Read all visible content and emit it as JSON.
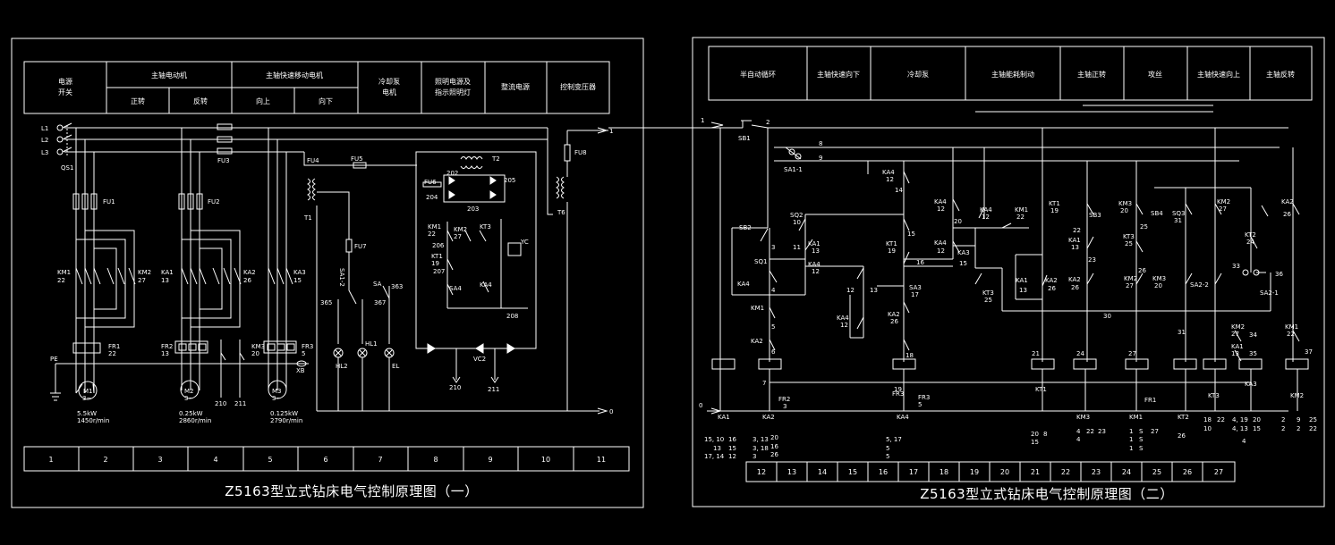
{
  "sheet1": {
    "title": "Z5163型立式钻床电气控制原理图（一）",
    "headers": {
      "power_switch": [
        "电源",
        "开关"
      ],
      "spindle_motor": "主轴电动机",
      "forward": "正转",
      "reverse": "反转",
      "rapid_move": "主轴快速移动电机",
      "up": "向上",
      "down": "向下",
      "coolant": [
        "冷却泵",
        "电机"
      ],
      "lighting": [
        "照明电源及",
        "指示照明灯"
      ],
      "dc_power": "整流电源",
      "control_transformer": "控制变压器"
    },
    "zones": [
      "1",
      "2",
      "3",
      "4",
      "5",
      "6",
      "7",
      "8",
      "9",
      "10",
      "11"
    ],
    "labels": {
      "L1": "L1",
      "L2": "L2",
      "L3": "L3",
      "QS1": "QS1",
      "FU1": "FU1",
      "FU2": "FU2",
      "FU3": "FU3",
      "FU4": "FU4",
      "FU5": "FU5",
      "FU6": "FU6",
      "FU7": "FU7",
      "FU8": "FU8",
      "T1": "T1",
      "T2": "T2",
      "T6": "T6",
      "KM1": "KM1",
      "KM1n": "22",
      "KM2": "KM2",
      "KM2n": "27",
      "KA1": "KA1",
      "KA1n": "13",
      "KA2": "KA2",
      "KA2n": "26",
      "KA3": "KA3",
      "KA3n": "15",
      "FR1": "FR1",
      "FR1n": "22",
      "FR2": "FR2",
      "FR2n": "13",
      "KM3": "KM3",
      "KM3n": "20",
      "FR3": "FR3",
      "FR3n": "5",
      "PE": "PE",
      "XB": "XB",
      "M1": "M1",
      "M2": "M2",
      "M3": "M3",
      "M3phase": "3~",
      "m1spec": "5.5kW",
      "m1rpm": "1450r/min",
      "m2spec": "0.25kW",
      "m2rpm": "2860r/min",
      "m3spec": "0.125kW",
      "m3rpm": "2790r/min",
      "n210": "210",
      "n211": "211",
      "HL1": "HL1",
      "HL2": "HL2",
      "EL": "EL",
      "SA": "SA",
      "SA1_2": "SA1-2",
      "n365": "365",
      "n367": "367",
      "n363": "363",
      "n202": "202",
      "n203": "203",
      "n204": "204",
      "n205": "205",
      "n206": "206",
      "n207": "207",
      "n208": "208",
      "KM1b": "KM1",
      "KM1b2": "22",
      "KM2b": "KM2",
      "KM2b2": "27",
      "KT3": "KT3",
      "KT1": "KT1",
      "KT1n": "19",
      "SA4": "SA4",
      "KA4": "KA4",
      "YC": "YC",
      "VC2": "VC2",
      "n1": "1",
      "n0": "0"
    }
  },
  "sheet2": {
    "title": "Z5163型立式钻床电气控制原理图（二）",
    "headers": [
      "半自动循环",
      "主轴快速向下",
      "冷却泵",
      "主轴能耗制动",
      "主轴正转",
      "攻丝",
      "主轴快速向上",
      "主轴反转"
    ],
    "zones": [
      "12",
      "13",
      "14",
      "15",
      "16",
      "17",
      "18",
      "19",
      "20",
      "21",
      "22",
      "23",
      "24",
      "25",
      "26",
      "27"
    ],
    "coil_labels": {
      "KA1": "KA1",
      "KA2": "KA2",
      "KA4": "KA4",
      "KT1": "KT1",
      "KM3": "KM3",
      "KM1": "KM1",
      "KT2": "KT2",
      "KT3": "KT3",
      "KA3": "KA3",
      "KM2": "KM2"
    },
    "xref": {
      "c1": [
        "15, 10",
        "13",
        "17, 14"
      ],
      "c1b": [
        "16",
        "15",
        "12"
      ],
      "c2": [
        "3, 13",
        "3, 18",
        "3"
      ],
      "c2b": [
        "20",
        "16",
        "26"
      ],
      "c3": [
        "5, 17",
        "5",
        "5"
      ],
      "c4": [
        "20",
        "15"
      ],
      "c4b": [
        "8"
      ],
      "c5": [
        "4",
        "4"
      ],
      "c5b": [
        "22",
        "23"
      ],
      "c6": [
        "1",
        "1",
        "1"
      ],
      "c6b": [
        "S",
        "S",
        "S"
      ],
      "c6c": [
        "27"
      ],
      "c7": [
        "26"
      ],
      "c8": [
        "18",
        "10"
      ],
      "c8b": [
        "22"
      ],
      "c9": [
        "4, 19",
        "4, 13",
        "4"
      ],
      "c9b": [
        "20",
        "15"
      ],
      "c10": [
        "2",
        "2"
      ],
      "c10b": [
        "9",
        "2"
      ],
      "c10c": [
        "25",
        "22"
      ]
    }
  },
  "colors": {
    "line": "#ffffff",
    "frame": "#ffffff",
    "background": "#000000"
  }
}
